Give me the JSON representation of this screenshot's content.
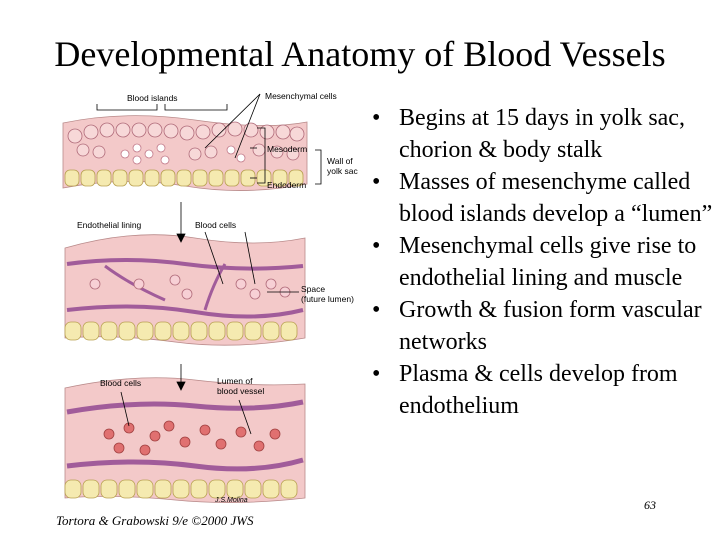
{
  "slide": {
    "title": "Developmental Anatomy of Blood Vessels",
    "bullets": [
      "Begins at 15 days in yolk sac, chorion & body stalk",
      "Masses of mesenchyme called blood islands develop a “lumen”",
      "Mesenchymal cells give rise to endothelial lining and muscle",
      "Growth & fusion form vascular networks",
      "Plasma & cells develop from endothelium"
    ],
    "credit": "Tortora & Grabowski 9/e ©2000 JWS",
    "slide_number": "63"
  },
  "figure": {
    "labels": {
      "blood_islands": "Blood islands",
      "mesenchymal_cells": "Mesenchymal cells",
      "mesoderm": "Mesoderm",
      "endoderm": "Endoderm",
      "wall_line1": "Wall of",
      "wall_line2": "yolk sac",
      "endothelial_lining": "Endothelial lining",
      "blood_cells_1": "Blood cells",
      "space_line1": "Space",
      "space_line2": "(future lumen)",
      "blood_cells_2": "Blood cells",
      "lumen_line1": "Lumen of",
      "lumen_line2": "blood vessel",
      "artist_signature": "J.S.Molina"
    }
  }
}
